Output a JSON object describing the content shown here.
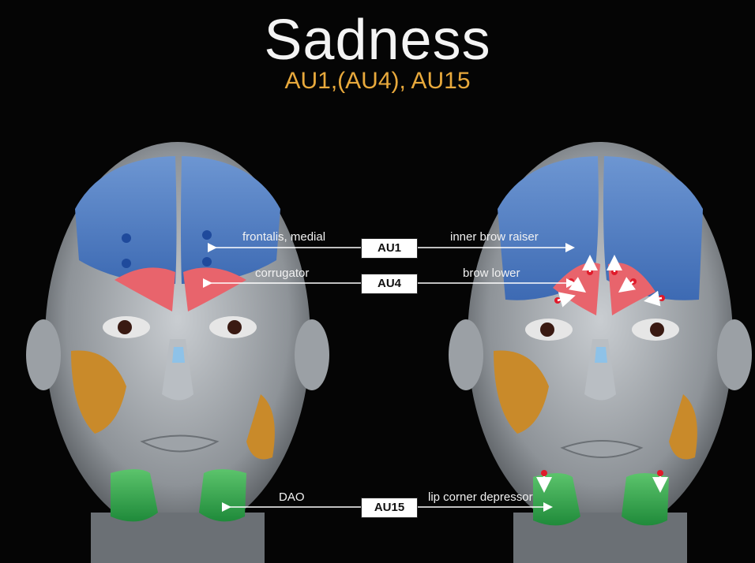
{
  "title": "Sadness",
  "subtitle": "AU1,(AU4), AU15",
  "rows": [
    {
      "au": "AU1",
      "muscle": "frontalis, medial",
      "action": "inner brow raiser"
    },
    {
      "au": "AU4",
      "muscle": "corrugator",
      "action": "brow lower"
    },
    {
      "au": "AU15",
      "muscle": "DAO",
      "action": "lip corner depressor"
    }
  ],
  "colors": {
    "frontalis": "#4f7fc4",
    "corrugator": "#e8646c",
    "dao": "#3fae5a",
    "fat": "#c98a2a",
    "skin": "#9aa0a6",
    "title_accent": "#e8a93c",
    "marker_blue": "#1f4a9c",
    "marker_red": "#e01a2a"
  }
}
